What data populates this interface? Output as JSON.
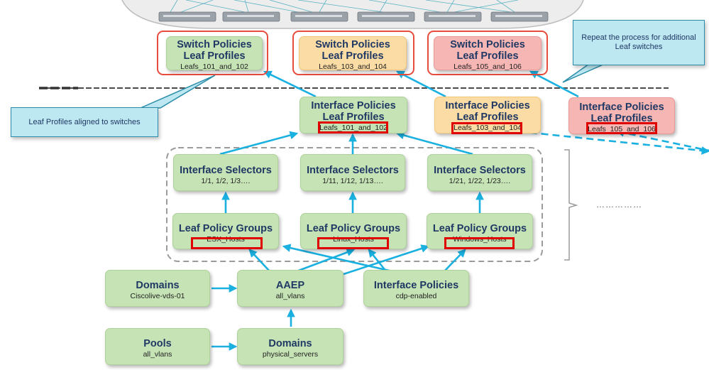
{
  "switch_policies": [
    {
      "title1": "Switch Policies",
      "title2": "Leaf Profiles",
      "sub": "Leafs_101_and_102"
    },
    {
      "title1": "Switch Policies",
      "title2": "Leaf Profiles",
      "sub": "Leafs_103_and_104"
    },
    {
      "title1": "Switch Policies",
      "title2": "Leaf Profiles",
      "sub": "Leafs_105_and_106"
    }
  ],
  "interface_profiles": [
    {
      "title1": "Interface Policies",
      "title2": "Leaf Profiles",
      "sub": "Leafs_101_and_102"
    },
    {
      "title1": "Interface Policies",
      "title2": "Leaf Profiles",
      "sub": "Leafs_103_and_104"
    },
    {
      "title1": "Interface Policies",
      "title2": "Leaf Profiles",
      "sub": "Leafs_105_and_106"
    }
  ],
  "selectors": [
    {
      "title": "Interface Selectors",
      "sub": "1/1, 1/2, 1/3…."
    },
    {
      "title": "Interface Selectors",
      "sub": "1/11, 1/12, 1/13…."
    },
    {
      "title": "Interface Selectors",
      "sub": "1/21, 1/22, 1/23…."
    }
  ],
  "policy_groups": [
    {
      "title": "Leaf Policy Groups",
      "sub": "ESX_Hosts"
    },
    {
      "title": "Leaf Policy Groups",
      "sub": "Linux_Hosts"
    },
    {
      "title": "Leaf Policy Groups",
      "sub": "Windows_Hosts"
    }
  ],
  "domains_top": {
    "title": "Domains",
    "sub": "Ciscolive-vds-01"
  },
  "aaep": {
    "title": "AAEP",
    "sub": "all_vlans"
  },
  "interface_policies": {
    "title": "Interface Policies",
    "sub": "cdp-enabled"
  },
  "pools": {
    "title": "Pools",
    "sub": "all_vlans"
  },
  "domains_bottom": {
    "title": "Domains",
    "sub": "physical_servers"
  },
  "callouts": {
    "repeat": "Repeat the process for additional Leaf switches",
    "aligned": "Leaf Profiles aligned to switches"
  },
  "ellipsis": "……………",
  "colors": {
    "arrow": "#1ab0e0",
    "box_green": "#c6e3b5",
    "box_orange": "#fbdca4",
    "box_pink": "#f6b6b4",
    "highlight_red": "#e00000",
    "frame_red": "#e74c3c",
    "callout_fill": "#bde7f1",
    "title_text": "#1f3864"
  }
}
